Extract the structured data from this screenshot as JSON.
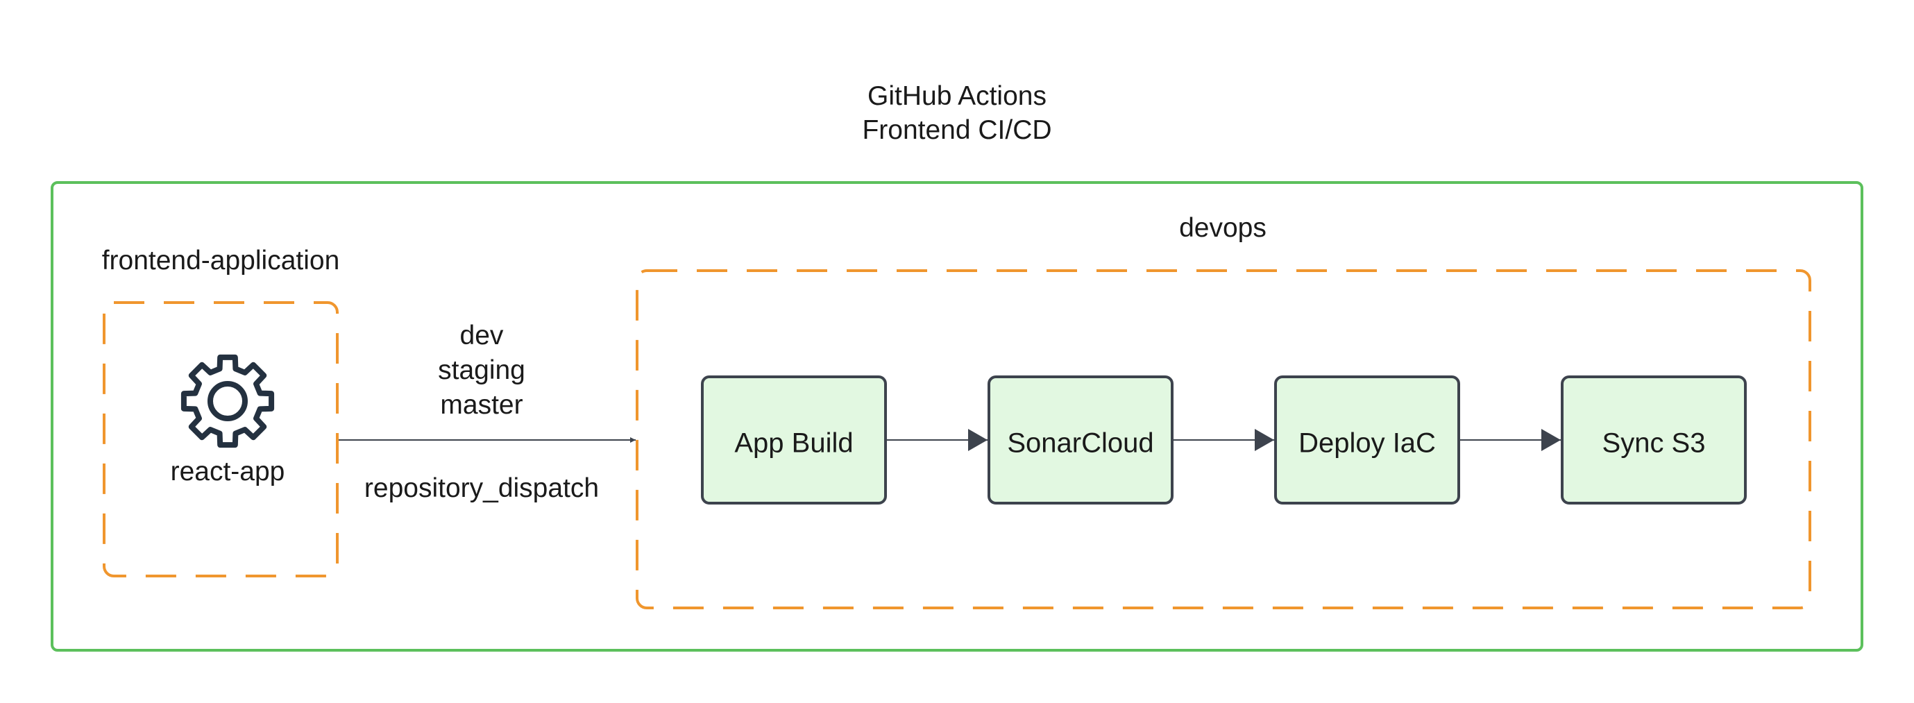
{
  "title": {
    "line1": "GitHub Actions",
    "line2": "Frontend CI/CD"
  },
  "colors": {
    "outer_border": "#5cc05c",
    "group_border": "#f0962e",
    "node_fill": "#e2f8e1",
    "node_border": "#3d434d",
    "arrow": "#3d434d",
    "icon": "#243140",
    "text": "#1a1a1a"
  },
  "groups": {
    "frontend": {
      "label": "frontend-application",
      "node_label": "react-app",
      "icon": "gear-icon"
    },
    "devops": {
      "label": "devops"
    }
  },
  "trigger": {
    "branches": [
      "dev",
      "staging",
      "master"
    ],
    "event": "repository_dispatch"
  },
  "steps": [
    {
      "label": "App Build"
    },
    {
      "label": "SonarCloud"
    },
    {
      "label": "Deploy IaC"
    },
    {
      "label": "Sync S3"
    }
  ]
}
